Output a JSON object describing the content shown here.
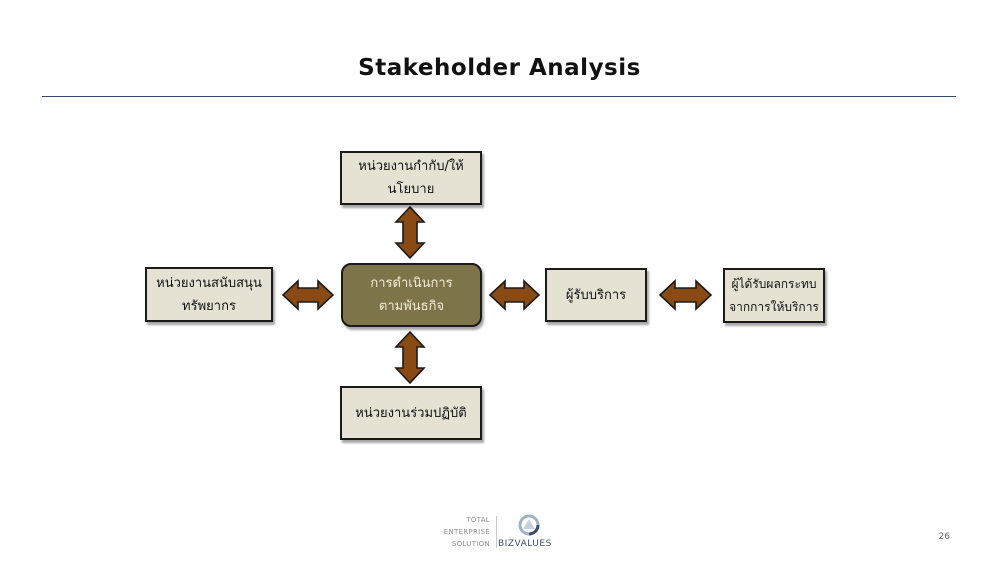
{
  "slide": {
    "title": "Stakeholder Analysis",
    "page_number": "26"
  },
  "diagram": {
    "top": "หน่วยงานกำกับ/ให้\nนโยบาย",
    "left": "หน่วยงานสนับสนุน\nทรัพยากร",
    "center": "การดำเนินการ\nตามพันธกิจ",
    "right": "ผู้รับบริการ",
    "far_right": "ผู้ได้รับผลกระทบ\nจากการให้บริการ",
    "bottom": "หน่วยงานร่วมปฏิบัติ",
    "arrow_color": "#8a4a14",
    "box_color": "#e6e2d3",
    "center_color": "#7e7449"
  },
  "footer": {
    "tagline": [
      "TOTAL",
      "ENTERPRISE",
      "SOLUTION"
    ],
    "brand": "BIZVALUES"
  }
}
